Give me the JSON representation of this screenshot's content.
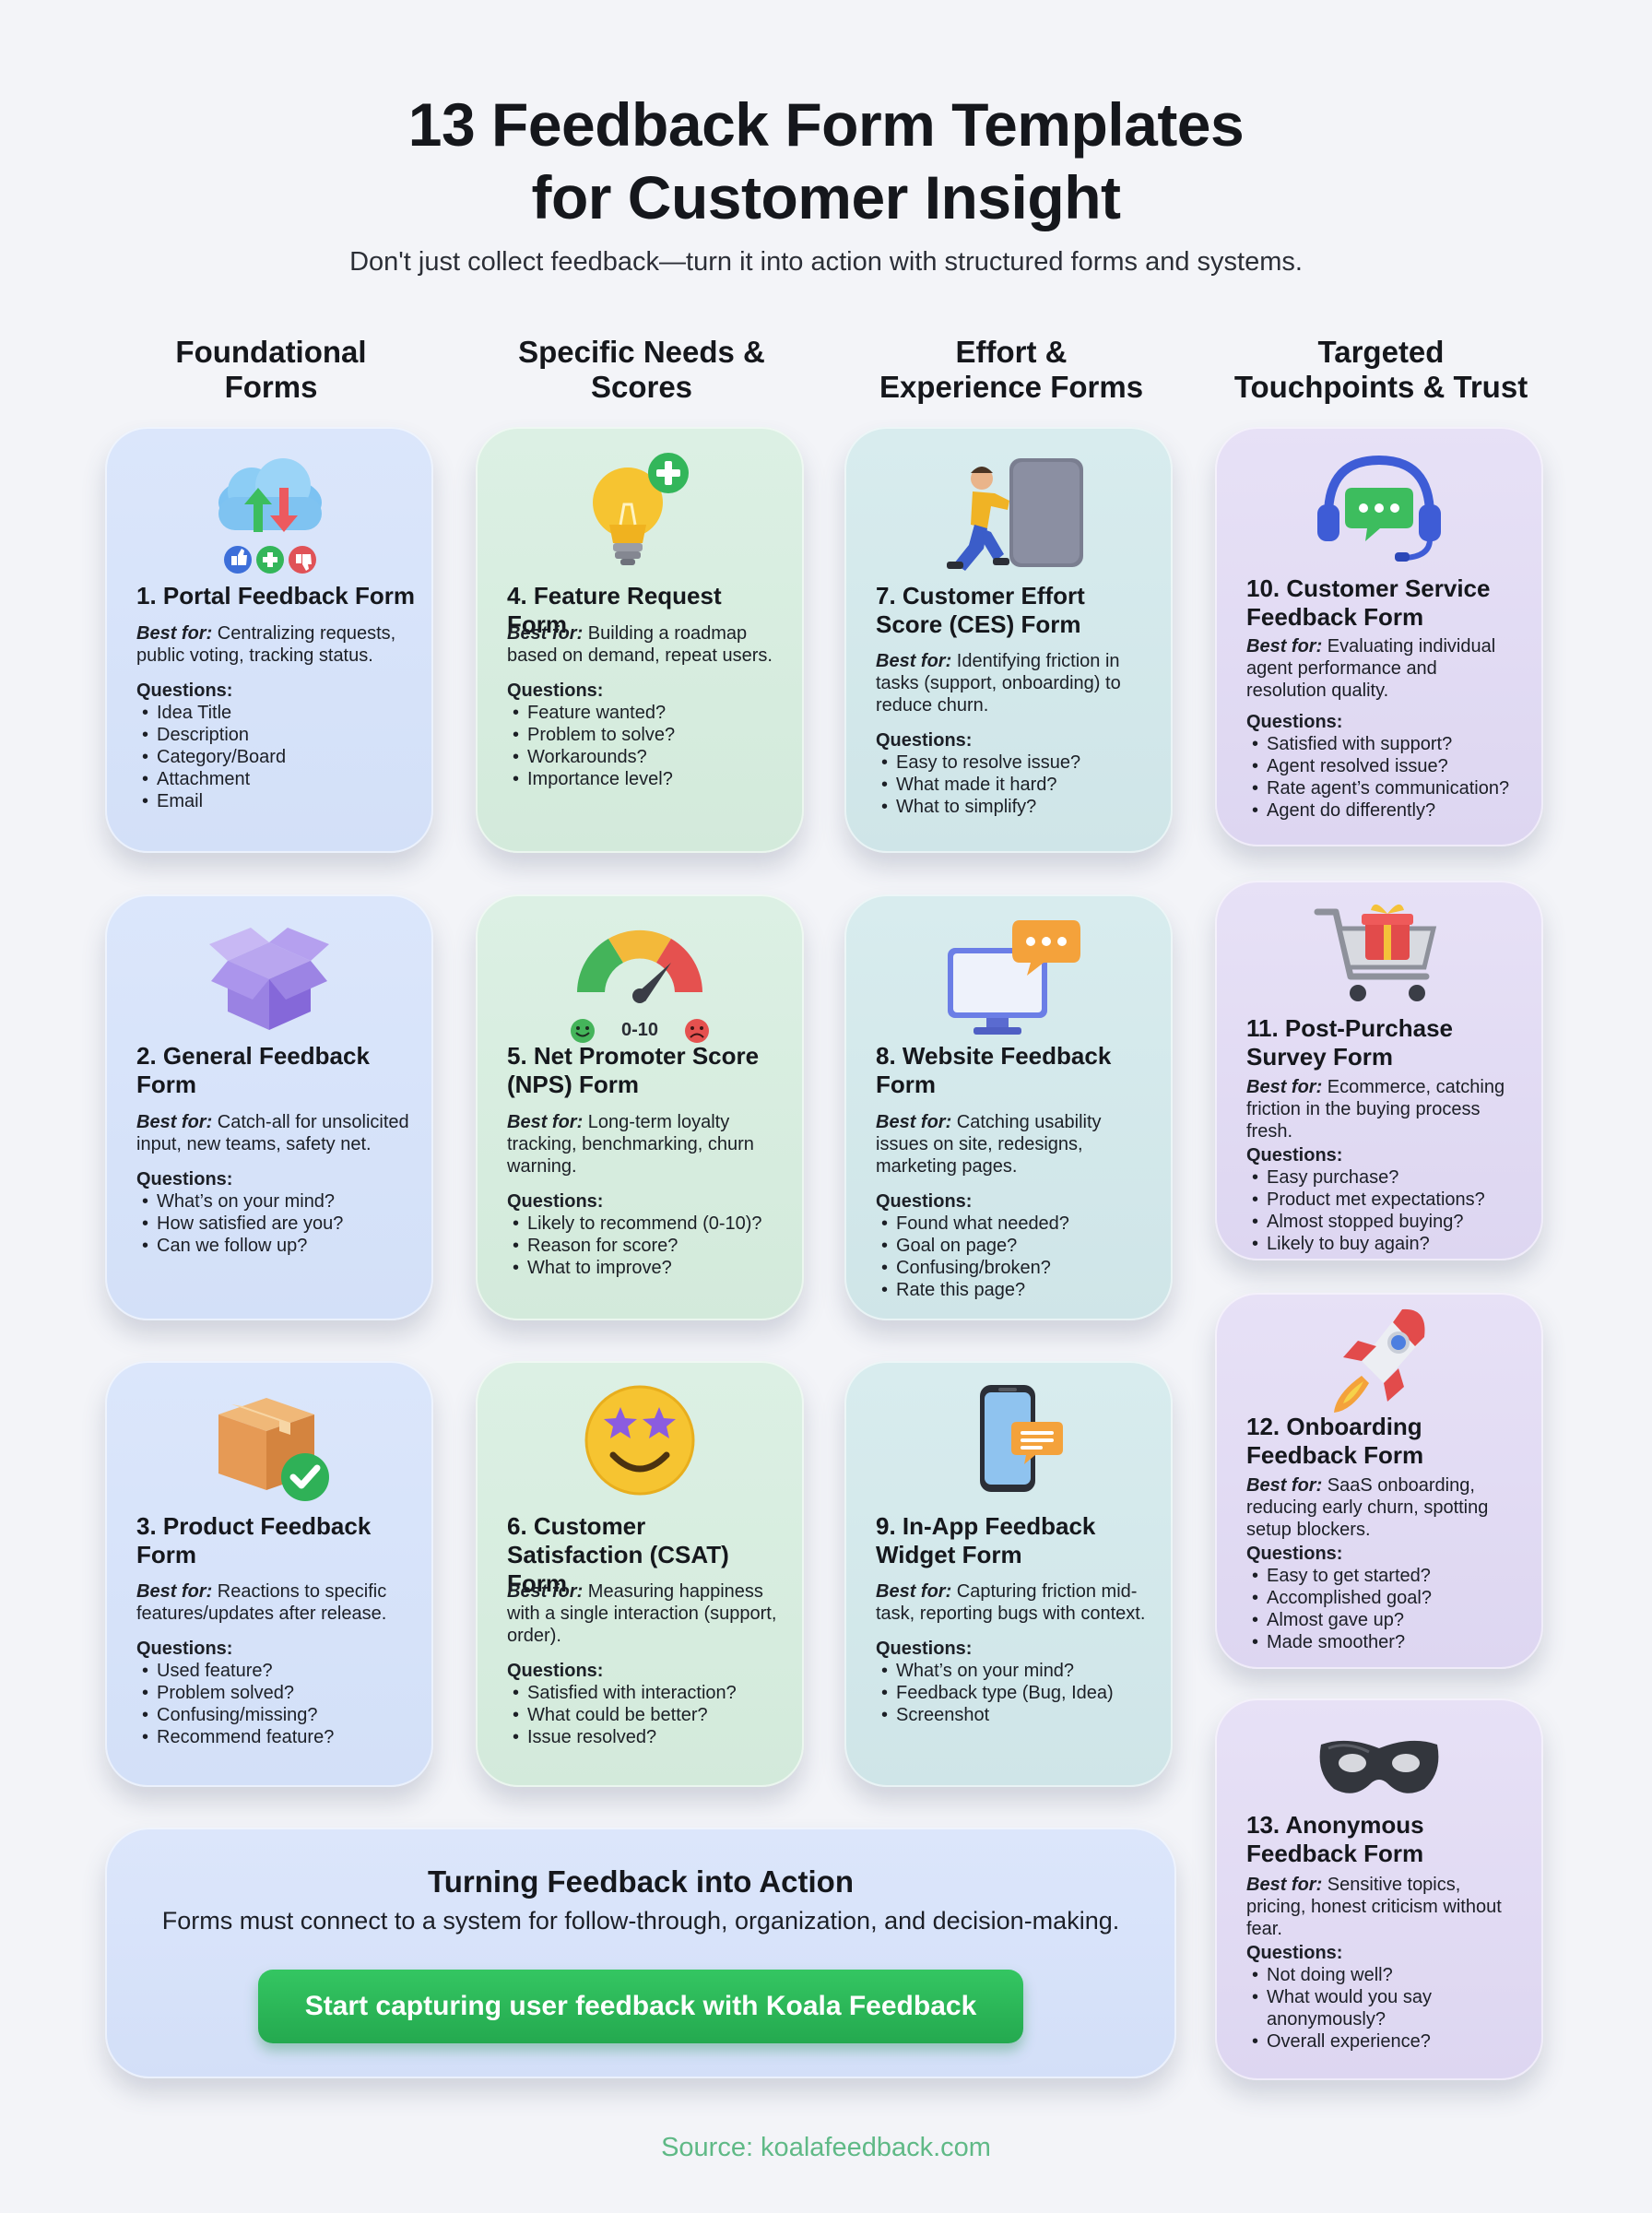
{
  "header": {
    "title_line1": "13 Feedback Form Templates",
    "title_line2": "for Customer Insight",
    "subtitle": "Don't just collect feedback—turn it into action with structured forms and systems."
  },
  "columns": [
    {
      "line1": "Foundational",
      "line2": "Forms"
    },
    {
      "line1": "Specific Needs &",
      "line2": "Scores"
    },
    {
      "line1": "Effort &",
      "line2": "Experience Forms"
    },
    {
      "line1": "Targeted",
      "line2": "Touchpoints & Trust"
    }
  ],
  "best_for_label": "Best for:",
  "questions_label": "Questions:",
  "cards": [
    {
      "icon": "cloud-vote-icon",
      "title": "1. Portal Feedback Form",
      "best_for": "Centralizing requests, public voting, tracking status.",
      "questions": [
        "Idea Title",
        "Description",
        "Category/Board",
        "Attachment",
        "Email"
      ]
    },
    {
      "icon": "open-box-icon",
      "title": "2. General Feedback Form",
      "best_for": "Catch-all for unsolicited input, new teams, safety net.",
      "questions": [
        "What’s on your mind?",
        "How satisfied are you?",
        "Can we follow up?"
      ]
    },
    {
      "icon": "package-check-icon",
      "title": "3. Product Feedback Form",
      "best_for": "Reactions to specific features/updates after release.",
      "questions": [
        "Used feature?",
        "Problem solved?",
        "Confusing/missing?",
        "Recommend feature?"
      ]
    },
    {
      "icon": "lightbulb-plus-icon",
      "title": "4. Feature Request Form",
      "best_for": "Building a roadmap based on demand, repeat users.",
      "questions": [
        "Feature wanted?",
        "Problem to solve?",
        "Workarounds?",
        "Importance level?"
      ]
    },
    {
      "icon": "gauge-icon",
      "gauge_label": "0-10",
      "title": "5. Net Promoter Score (NPS) Form",
      "best_for": "Long-term loyalty tracking, benchmarking, churn warning.",
      "questions": [
        "Likely to recommend (0-10)?",
        "Reason for score?",
        "What to improve?"
      ]
    },
    {
      "icon": "star-eyes-emoji-icon",
      "title": "6. Customer Satisfaction (CSAT) Form",
      "best_for": "Measuring happiness with a single interaction (support, order).",
      "questions": [
        "Satisfied with interaction?",
        "What could be better?",
        "Issue resolved?"
      ]
    },
    {
      "icon": "person-pushing-block-icon",
      "title": "7. Customer Effort Score (CES) Form",
      "best_for": "Identifying friction in tasks (support, onboarding) to reduce churn.",
      "questions": [
        "Easy to resolve issue?",
        "What made it hard?",
        "What to simplify?"
      ]
    },
    {
      "icon": "monitor-chat-icon",
      "title": "8. Website Feedback Form",
      "best_for": "Catching usability issues on site, redesigns, marketing pages.",
      "questions": [
        "Found what needed?",
        "Goal on page?",
        "Confusing/broken?",
        "Rate this page?"
      ]
    },
    {
      "icon": "phone-message-icon",
      "title": "9. In-App Feedback Widget Form",
      "best_for": "Capturing friction mid-task, reporting bugs with context.",
      "questions": [
        "What’s on your mind?",
        "Feedback type (Bug, Idea)",
        "Screenshot"
      ]
    },
    {
      "icon": "headset-chat-icon",
      "title": "10. Customer Service Feedback Form",
      "best_for": "Evaluating individual agent performance and resolution quality.",
      "questions": [
        "Satisfied with support?",
        "Agent resolved issue?",
        "Rate agent’s communication?",
        "Agent do differently?"
      ]
    },
    {
      "icon": "shopping-cart-gift-icon",
      "title": "11. Post-Purchase Survey Form",
      "best_for": "Ecommerce, catching friction in the buying process fresh.",
      "questions": [
        "Easy purchase?",
        "Product met expectations?",
        "Almost stopped buying?",
        "Likely to buy again?"
      ]
    },
    {
      "icon": "rocket-icon",
      "title": "12. Onboarding Feedback Form",
      "best_for": "SaaS onboarding, reducing early churn, spotting setup blockers.",
      "questions": [
        "Easy to get started?",
        "Accomplished goal?",
        "Almost gave up?",
        "Made smoother?"
      ]
    },
    {
      "icon": "mask-icon",
      "title": "13. Anonymous Feedback Form",
      "best_for": "Sensitive topics, pricing, honest criticism without fear.",
      "questions": [
        "Not doing well?",
        "What would you say anonymously?",
        "Overall experience?"
      ]
    }
  ],
  "cta": {
    "title": "Turning Feedback into Action",
    "text": "Forms must connect to a system for follow-through, organization, and decision-making.",
    "button": "Start capturing user feedback with Koala Feedback"
  },
  "footer": {
    "source": "Source: koalafeedback.com"
  },
  "colors": {
    "blue_card": "#d3e0f8",
    "green_card": "#d3eadb",
    "teal_card": "#cfe5e8",
    "purple_card": "#ddd6f1",
    "button_green": "#27ae53",
    "source_text": "#5fb986"
  }
}
